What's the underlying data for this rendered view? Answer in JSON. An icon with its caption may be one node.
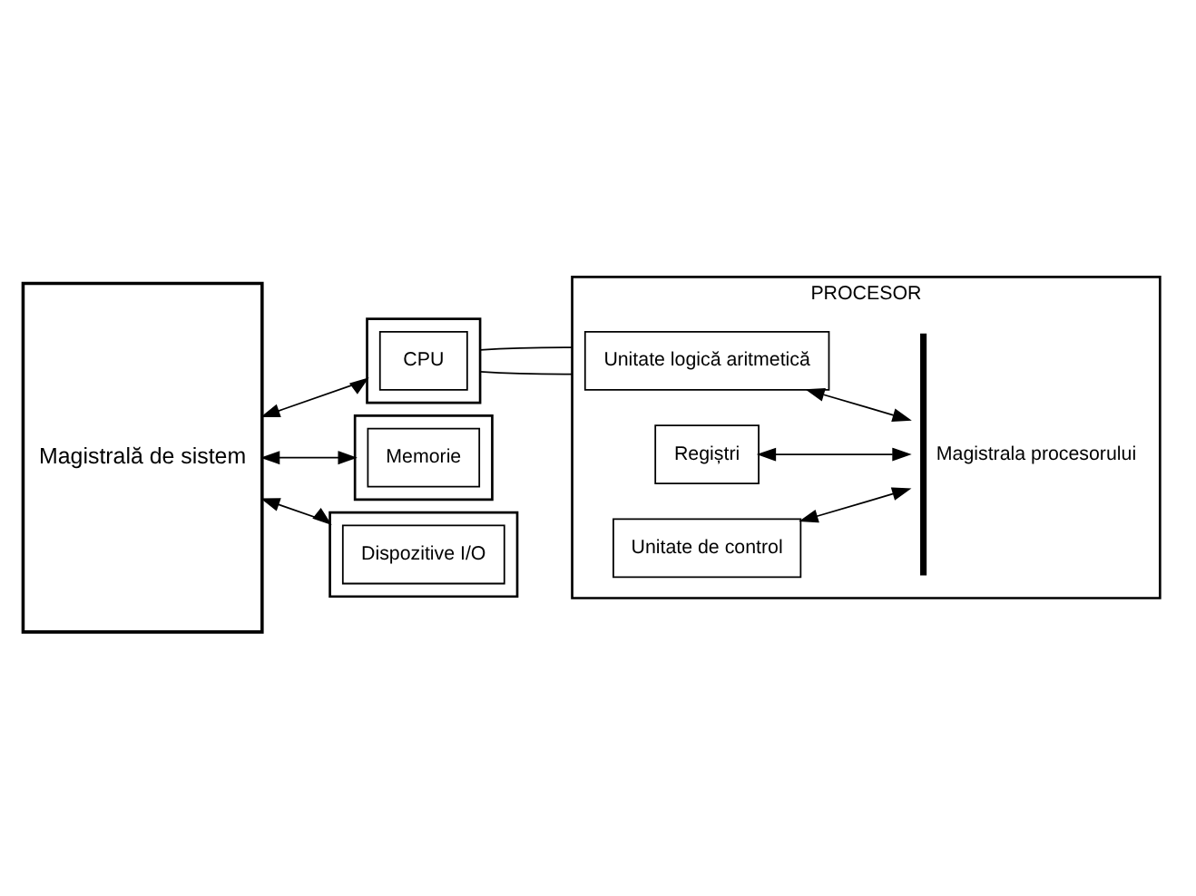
{
  "diagram": {
    "nodes": [
      {
        "text": [
          "Magistrală de sistem"
        ]
      },
      {
        "text": [],
        "shape": "box"
      },
      {
        "text": [
          "CPU"
        ],
        "in": 1
      },
      {
        "text": [],
        "shape": "box"
      },
      {
        "text": [
          "Memorie"
        ],
        "in": 3
      },
      {
        "text": [],
        "shape": "box"
      },
      {
        "text": [
          "Dispozitive I/O"
        ],
        "in": 5
      },
      {
        "text": [
          "PROCESOR"
        ]
      },
      {
        "text": [
          "Unitate logică aritmetică"
        ],
        "in": 7
      },
      {
        "text": [
          "Regiștri"
        ],
        "in": 7
      },
      {
        "text": [
          "Unitate de control"
        ],
        "in": 7
      },
      {
        "text": [],
        "shape": "bar",
        "beside": [
          "Magistrala procesorului"
        ],
        "in": 7
      }
    ],
    "edges": [
      {
        "from": 0,
        "to": 1,
        "arrow": "both"
      },
      {
        "from": 0,
        "to": 3,
        "arrow": "both"
      },
      {
        "from": 0,
        "to": 5,
        "arrow": "both"
      },
      {
        "from": 1,
        "to": 7,
        "arrow": "none"
      },
      {
        "from": 1,
        "to": 7,
        "arrow": "none"
      },
      {
        "from": 8,
        "to": 11,
        "arrow": "both"
      },
      {
        "from": 9,
        "to": 11,
        "arrow": "both"
      },
      {
        "from": 10,
        "to": 11,
        "arrow": "both"
      }
    ]
  }
}
